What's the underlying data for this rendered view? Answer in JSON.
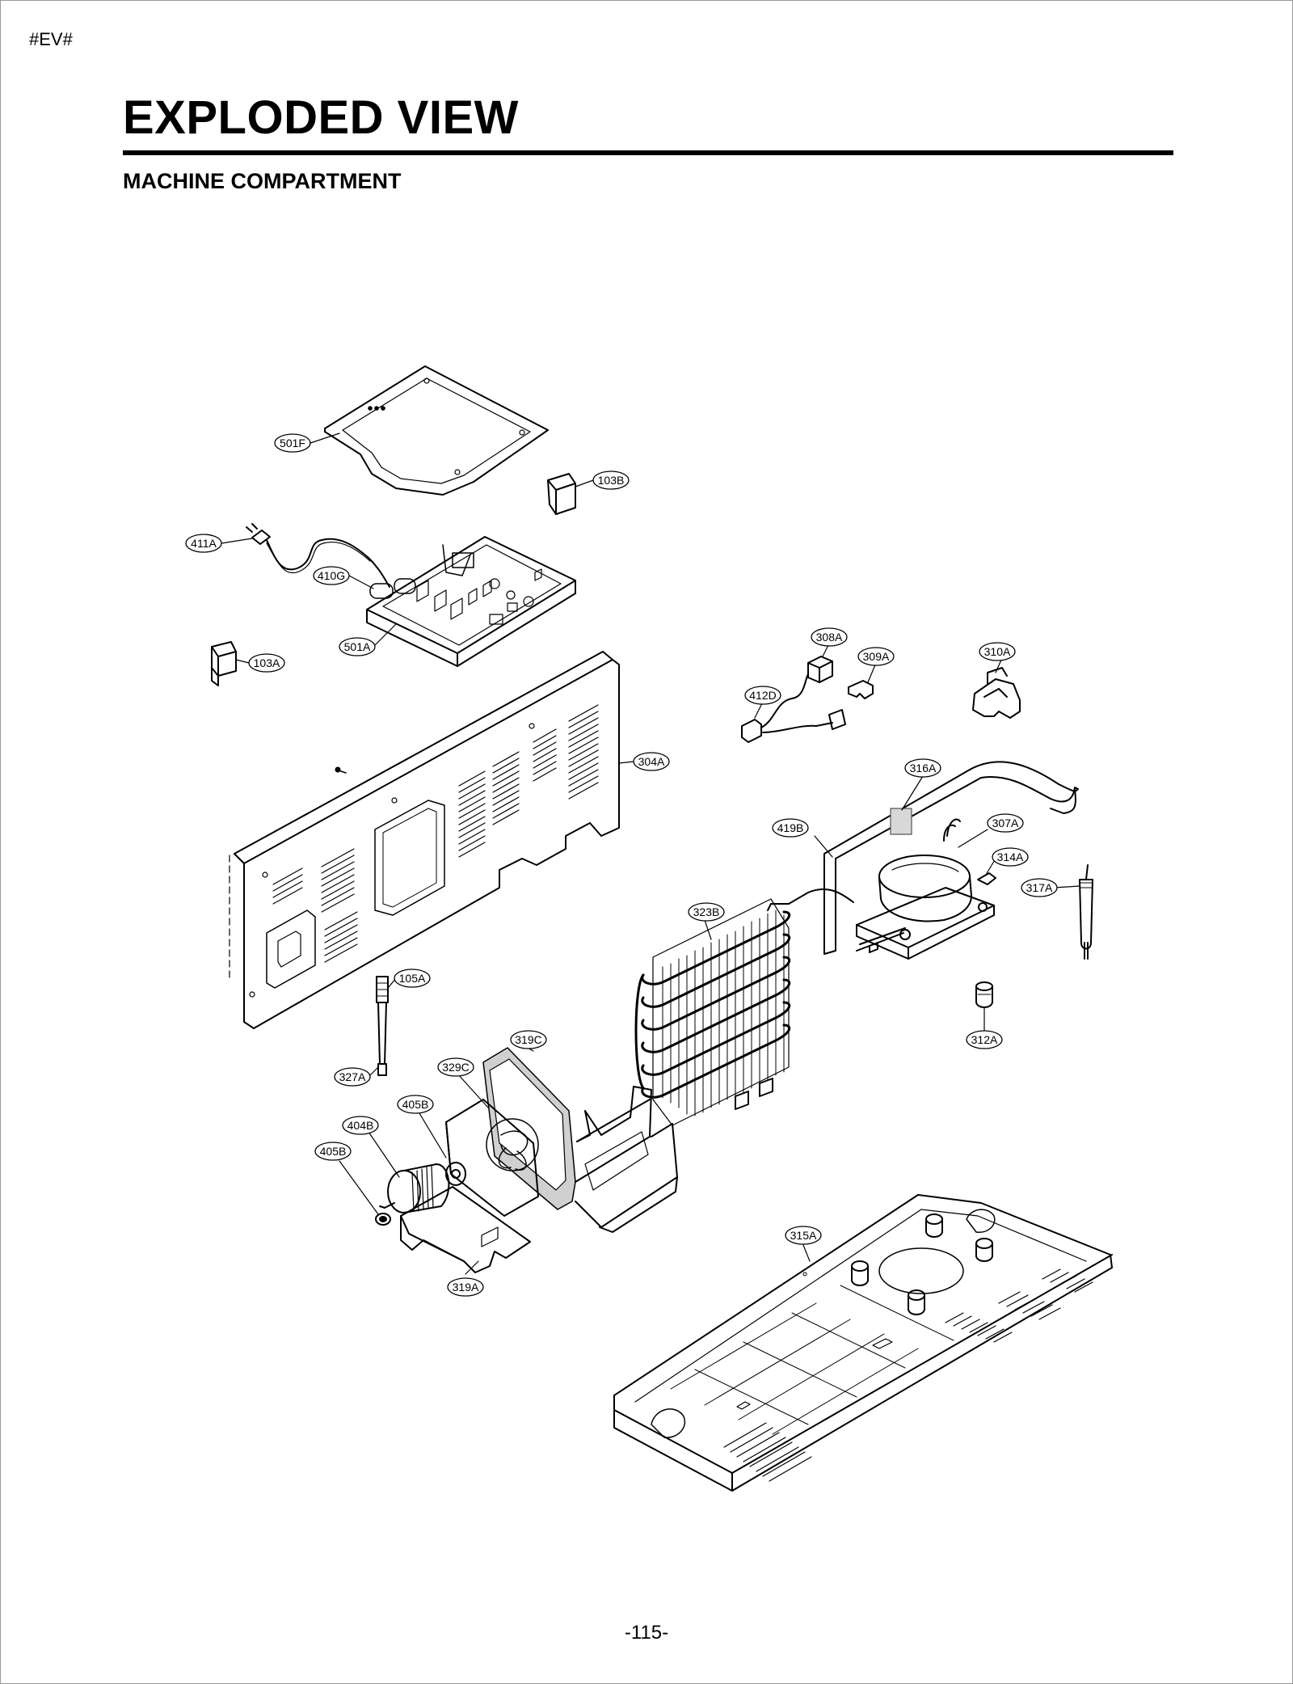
{
  "page": {
    "tag": "#EV#",
    "title": "EXPLODED VIEW",
    "subtitle": "MACHINE COMPARTMENT",
    "page_number": "-115-"
  },
  "callouts": [
    {
      "id": "501f",
      "label": "501F"
    },
    {
      "id": "103b",
      "label": "103B"
    },
    {
      "id": "411a",
      "label": "411A"
    },
    {
      "id": "410g",
      "label": "410G"
    },
    {
      "id": "501a",
      "label": "501A"
    },
    {
      "id": "103a",
      "label": "103A"
    },
    {
      "id": "308a",
      "label": "308A"
    },
    {
      "id": "309a",
      "label": "309A"
    },
    {
      "id": "310a",
      "label": "310A"
    },
    {
      "id": "412d",
      "label": "412D"
    },
    {
      "id": "304a",
      "label": "304A"
    },
    {
      "id": "316a",
      "label": "316A"
    },
    {
      "id": "419b",
      "label": "419B"
    },
    {
      "id": "307a",
      "label": "307A"
    },
    {
      "id": "314a",
      "label": "314A"
    },
    {
      "id": "317a",
      "label": "317A"
    },
    {
      "id": "323b",
      "label": "323B"
    },
    {
      "id": "105a",
      "label": "105A"
    },
    {
      "id": "319c",
      "label": "319C"
    },
    {
      "id": "312a",
      "label": "312A"
    },
    {
      "id": "327a",
      "label": "327A"
    },
    {
      "id": "329c",
      "label": "329C"
    },
    {
      "id": "405b-upper",
      "label": "405B"
    },
    {
      "id": "404b",
      "label": "404B"
    },
    {
      "id": "405b-lower",
      "label": "405B"
    },
    {
      "id": "315a",
      "label": "315A"
    },
    {
      "id": "319a",
      "label": "319A"
    }
  ]
}
